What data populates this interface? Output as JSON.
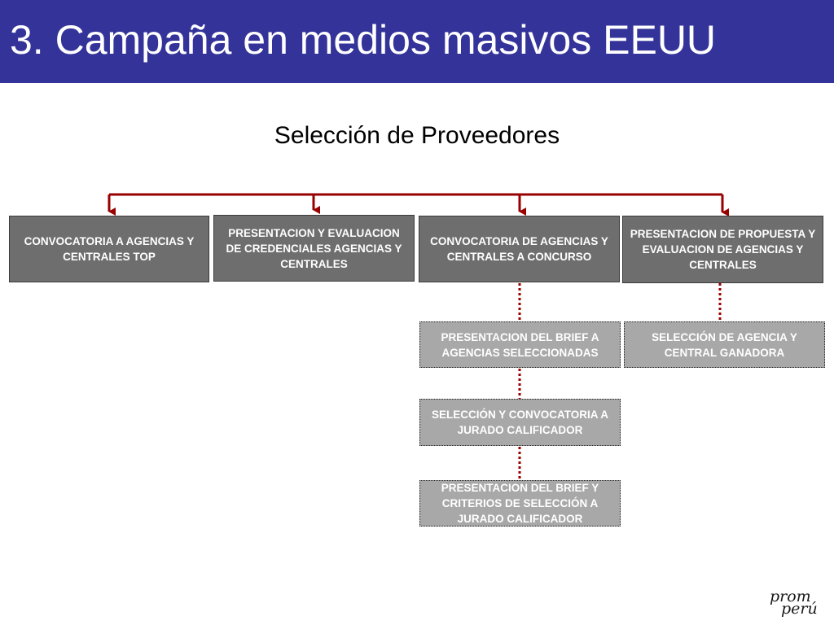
{
  "header": {
    "title": "3. Campaña en medios masivos EEUU"
  },
  "subtitle": "Selección de Proveedores",
  "colors": {
    "header_bg": "#333399",
    "connector": "#990000",
    "box_dark": "#6e6e6e",
    "box_light": "#a8a8a8"
  },
  "top_boxes": [
    "CONVOCATORIA A AGENCIAS Y CENTRALES TOP",
    "PRESENTACION Y EVALUACION DE CREDENCIALES AGENCIAS Y CENTRALES",
    "CONVOCATORIA DE AGENCIAS Y CENTRALES A CONCURSO",
    "PRESENTACION DE PROPUESTA Y EVALUACION DE AGENCIAS Y CENTRALES"
  ],
  "sub_boxes": [
    "PRESENTACION DEL BRIEF A AGENCIAS SELECCIONADAS",
    "SELECCIÓN Y CONVOCATORIA A JURADO CALIFICADOR",
    "PRESENTACION DEL BRIEF Y CRITERIOS DE SELECCIÓN A JURADO CALIFICADOR",
    "SELECCIÓN DE AGENCIA Y CENTRAL GANADORA"
  ],
  "logo": {
    "line1": "prom",
    "line2": "perú"
  }
}
